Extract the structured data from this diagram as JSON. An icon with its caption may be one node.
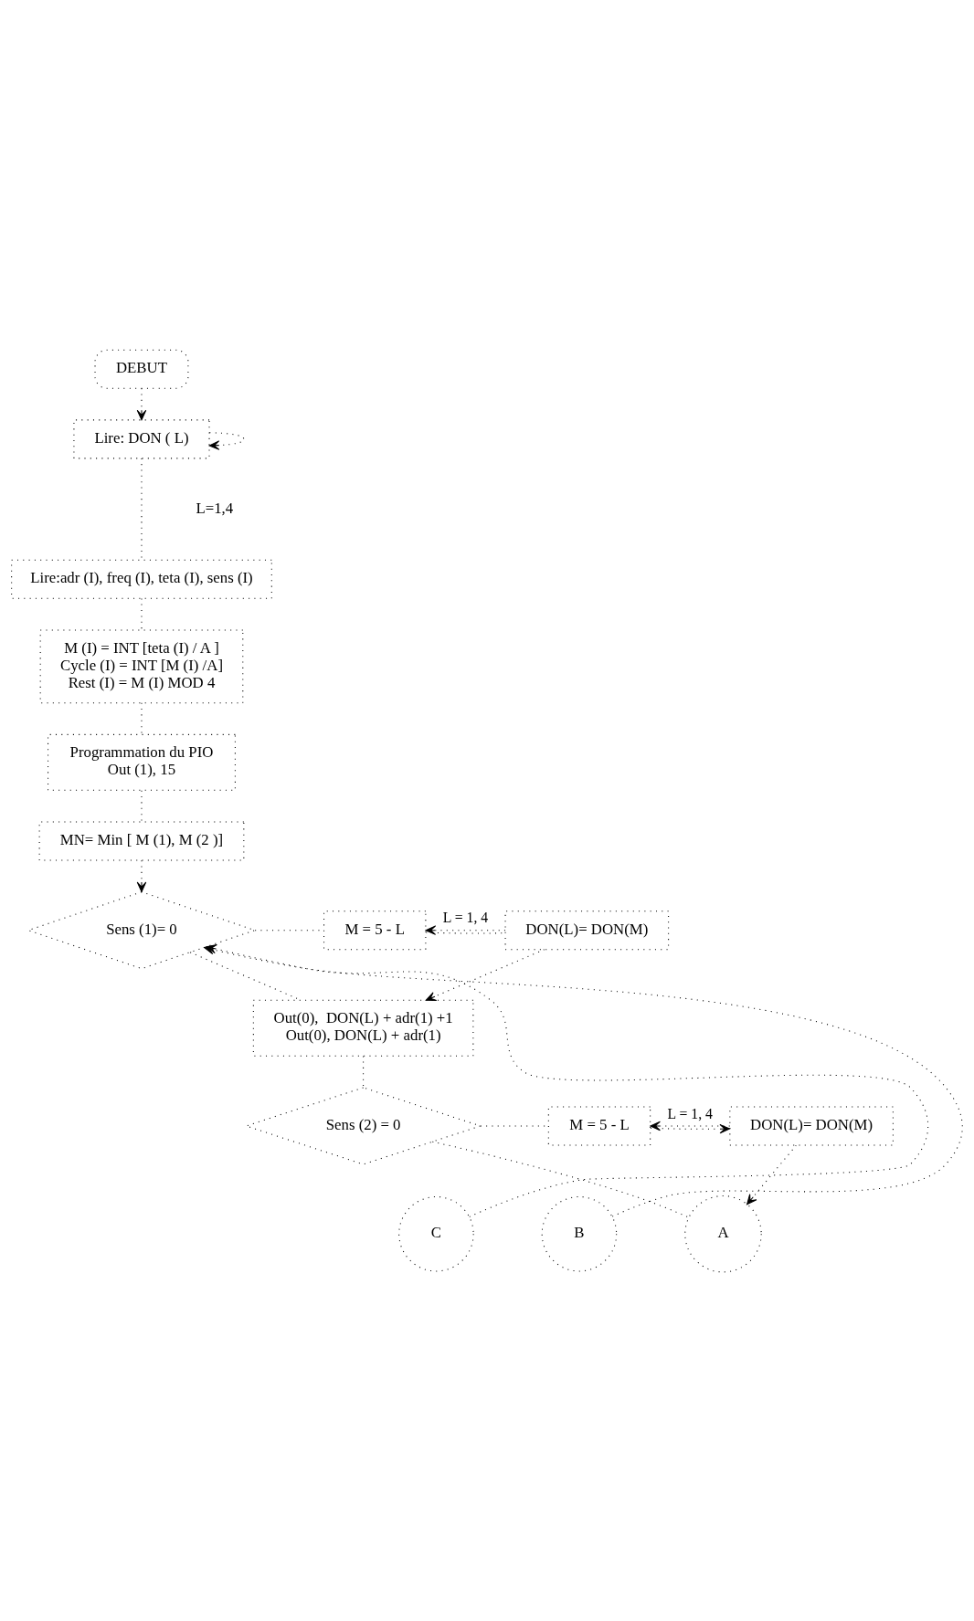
{
  "diagram": {
    "nodes": [
      {
        "text": [
          "DEBUT"
        ]
      },
      {
        "text": [
          "Lire: DON ( L)"
        ]
      },
      {
        "text": [
          "Lire:adr (I), freq (I), teta (I), sens (I)"
        ]
      },
      {
        "text": [
          "M (I) = INT [teta (I) / A ] Cycle (I) = INT [M (I) /A] Rest (I) = M (I) MOD 4"
        ]
      },
      {
        "text": [
          "Programmation du PIO Out (1), 15"
        ]
      },
      {
        "text": [
          "MN= Min [ M (1), M (2 )]"
        ]
      },
      {
        "text": [
          "Sens (1)= 0"
        ]
      },
      {
        "text": [
          "M = 5 - L"
        ]
      },
      {
        "text": [
          "DON(L)= DON(M)"
        ]
      },
      {
        "text": [
          "Out(0),  DON(L) + adr(1) +1 Out(0), DON(L) + adr(1)"
        ]
      },
      {
        "text": [
          "Sens (2) = 0"
        ]
      },
      {
        "text": [
          "M = 5 - L"
        ]
      },
      {
        "text": [
          "DON(L)= DON(M)"
        ]
      },
      {
        "text": [
          "C"
        ]
      },
      {
        "text": [
          "B"
        ]
      },
      {
        "text": [
          "A"
        ]
      }
    ],
    "edges": [
      {
        "from": 0,
        "to": 1,
        "arrow": "to"
      },
      {
        "from": 1,
        "to": 1,
        "arrow": "to"
      },
      {
        "from": 1,
        "to": 2,
        "arrow": "none"
      },
      {
        "from": 2,
        "to": 3,
        "arrow": "none"
      },
      {
        "from": 3,
        "to": 4,
        "arrow": "none"
      },
      {
        "from": 4,
        "to": 5,
        "arrow": "none"
      },
      {
        "from": 5,
        "to": 6,
        "arrow": "to"
      },
      {
        "from": 13,
        "to": 6,
        "arrow": "to"
      },
      {
        "from": 14,
        "to": 6,
        "arrow": "to"
      },
      {
        "from": 6,
        "to": 7,
        "arrow": "none"
      },
      {
        "from": 7,
        "to": 8,
        "arrow": "none"
      },
      {
        "from": 8,
        "to": 7,
        "label": "L = 1, 4",
        "arrow": "to"
      },
      {
        "from": 8,
        "to": 9,
        "arrow": "to"
      },
      {
        "from": 6,
        "to": 9,
        "arrow": "none"
      },
      {
        "from": 9,
        "to": 10,
        "arrow": "none"
      },
      {
        "from": 10,
        "to": 11,
        "arrow": "none"
      },
      {
        "from": 11,
        "to": 12,
        "arrow": "to"
      },
      {
        "from": 12,
        "to": 11,
        "label": "L = 1, 4",
        "arrow": "to"
      },
      {
        "from": 12,
        "to": 15,
        "arrow": "to"
      },
      {
        "from": 10,
        "to": 15,
        "arrow": "none"
      }
    ],
    "labels": [
      "L=1,4"
    ]
  }
}
